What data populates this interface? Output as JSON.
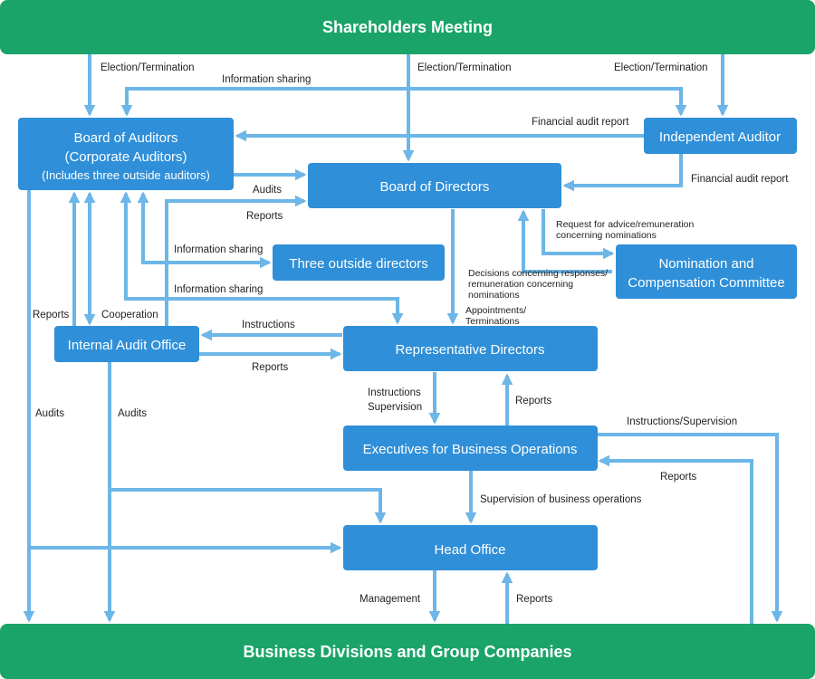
{
  "nodes": {
    "shareholders": "Shareholders Meeting",
    "board_auditors_1": "Board of Auditors",
    "board_auditors_2": "(Corporate Auditors)",
    "board_auditors_3": "(Includes three outside auditors)",
    "independent_auditor": "Independent Auditor",
    "board_directors": "Board of Directors",
    "three_outside": "Three outside directors",
    "nomination_1": "Nomination and",
    "nomination_2": "Compensation Committee",
    "internal_audit": "Internal Audit Office",
    "rep_directors": "Representative Directors",
    "executives": "Executives for Business Operations",
    "head_office": "Head Office",
    "business_divisions": "Business Divisions and Group Companies"
  },
  "labels": {
    "election_left": "Election/Termination",
    "election_mid": "Election/Termination",
    "election_right": "Election/Termination",
    "info_sharing_top": "Information sharing",
    "fin_audit_report_1": "Financial audit report",
    "fin_audit_report_2": "Financial audit report",
    "audits_bod": "Audits",
    "reports_bod": "Reports",
    "request_1": "Request for advice/remuneration",
    "request_2": "concerning nominations",
    "info_sharing_outside": "Information sharing",
    "decisions_1": "Decisions concerning responses/",
    "decisions_2": "remuneration concerning",
    "decisions_3": "nominations",
    "info_sharing_rep": "Information sharing",
    "appointments_1": "Appointments/",
    "appointments_2": "Terminations",
    "reports_left": "Reports",
    "cooperation": "Cooperation",
    "instructions": "Instructions",
    "reports_iao": "Reports",
    "instructions_sup_1": "Instructions",
    "instructions_sup_2": "Supervision",
    "reports_exec": "Reports",
    "instr_supervision": "Instructions/Supervision",
    "reports_right": "Reports",
    "audits_left": "Audits",
    "audits_iao": "Audits",
    "supervision_ops": "Supervision of business operations",
    "management": "Management",
    "reports_head": "Reports"
  },
  "colors": {
    "green": "#1aa46a",
    "blue": "#2f8fd8",
    "arrow": "#6cb6e8"
  }
}
